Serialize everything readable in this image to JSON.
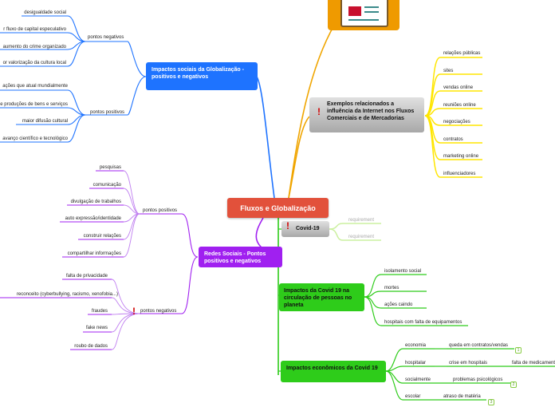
{
  "central": "Fluxos e Globalização",
  "impactos_sociais": {
    "title": "Impactos sociais da Globalização - positivos e negativos",
    "negativos_label": "pontos negativos",
    "negativos": [
      "desigualdade social",
      "r fluxo de capital especulativo",
      "aumento do crime organizado",
      "or valorização da cultura local"
    ],
    "positivos_label": "pontos positivos",
    "positivos": [
      "ações que atual mundialmente",
      "e produções de bens e serviços",
      "maior difusão cultural",
      "avanço científico  e tecnológico"
    ]
  },
  "exemplos": {
    "title": "Exemplos relacionados a influência da Internet nos Fluxos Comerciais e de Mercadorias",
    "items": [
      "relações públicas",
      "sites",
      "vendas online",
      "reuniões online",
      "negociações",
      "contratos",
      "marketing online",
      "influenciadores"
    ]
  },
  "redes": {
    "title": "Redes Sociais - Pontos positivos e negativos",
    "positivos_label": "pontos positivos",
    "positivos": [
      "pesquisas",
      "comunicação",
      "divulgação de trabalhos",
      "auto expressão/identidade",
      "construir relações",
      "compartilhar informações"
    ],
    "negativos_label": "pontos negativos",
    "negativos": [
      "falta de privacidade",
      "reconceito (cyberbullying, racismo, xenofobia...)",
      "fraudes",
      "fake news",
      "roubo de dados"
    ]
  },
  "covid": {
    "title": "Covid-19",
    "placeholders": [
      "requirement",
      "requirement"
    ]
  },
  "impactos_covid": {
    "title": "Impactos da Covid 19 na circulação de pessoas no planeta",
    "items": [
      "isolamento social",
      "mortes",
      "ações caindo",
      "hospitais com falta de equipamentos"
    ]
  },
  "economicos": {
    "title": "Impactos econômicos da Covid 19",
    "rows": [
      {
        "label": "economia",
        "sub": "queda em contratos/vendas",
        "marker": "1"
      },
      {
        "label": "hospitalar",
        "sub": "crise em hospitais",
        "sub2": "falta de medicamentos"
      },
      {
        "label": "socialmente",
        "sub": "problemas psicológicos",
        "marker": "2"
      },
      {
        "label": "escolar",
        "sub": "atraso de matéria",
        "marker": "3"
      }
    ]
  },
  "colors": {
    "central": "#e2513b",
    "blue": "#1e73ff",
    "orange": "#f0a500",
    "yellow": "#ffe600",
    "purple": "#a020f0",
    "green": "#2ecc1a",
    "grey": "#9a9a9a"
  }
}
